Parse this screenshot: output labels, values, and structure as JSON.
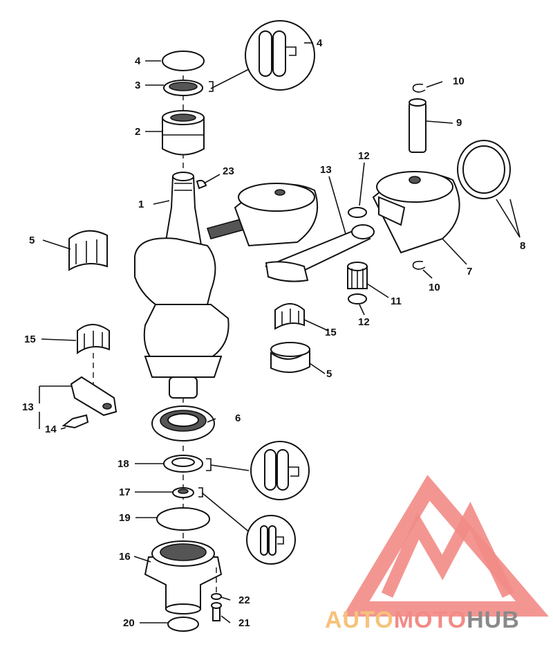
{
  "labels": {
    "l1": "1",
    "l2": "2",
    "l3": "3",
    "l4a": "4",
    "l4b": "4",
    "l5a": "5",
    "l5b": "5",
    "l6": "6",
    "l7": "7",
    "l8": "8",
    "l9": "9",
    "l10a": "10",
    "l10b": "10",
    "l11": "11",
    "l12a": "12",
    "l12b": "12",
    "l13a": "13",
    "l13b": "13",
    "l14": "14",
    "l15a": "15",
    "l15b": "15",
    "l16": "16",
    "l17": "17",
    "l18": "18",
    "l19": "19",
    "l20": "20",
    "l21": "21",
    "l22": "22",
    "l23": "23"
  },
  "watermark": {
    "part1": "AUTO",
    "part2": "MOTO",
    "part3": "HUB",
    "color_orange": "#f6c27a",
    "color_pink": "#f28b86",
    "color_gray": "#8a8a8a"
  }
}
